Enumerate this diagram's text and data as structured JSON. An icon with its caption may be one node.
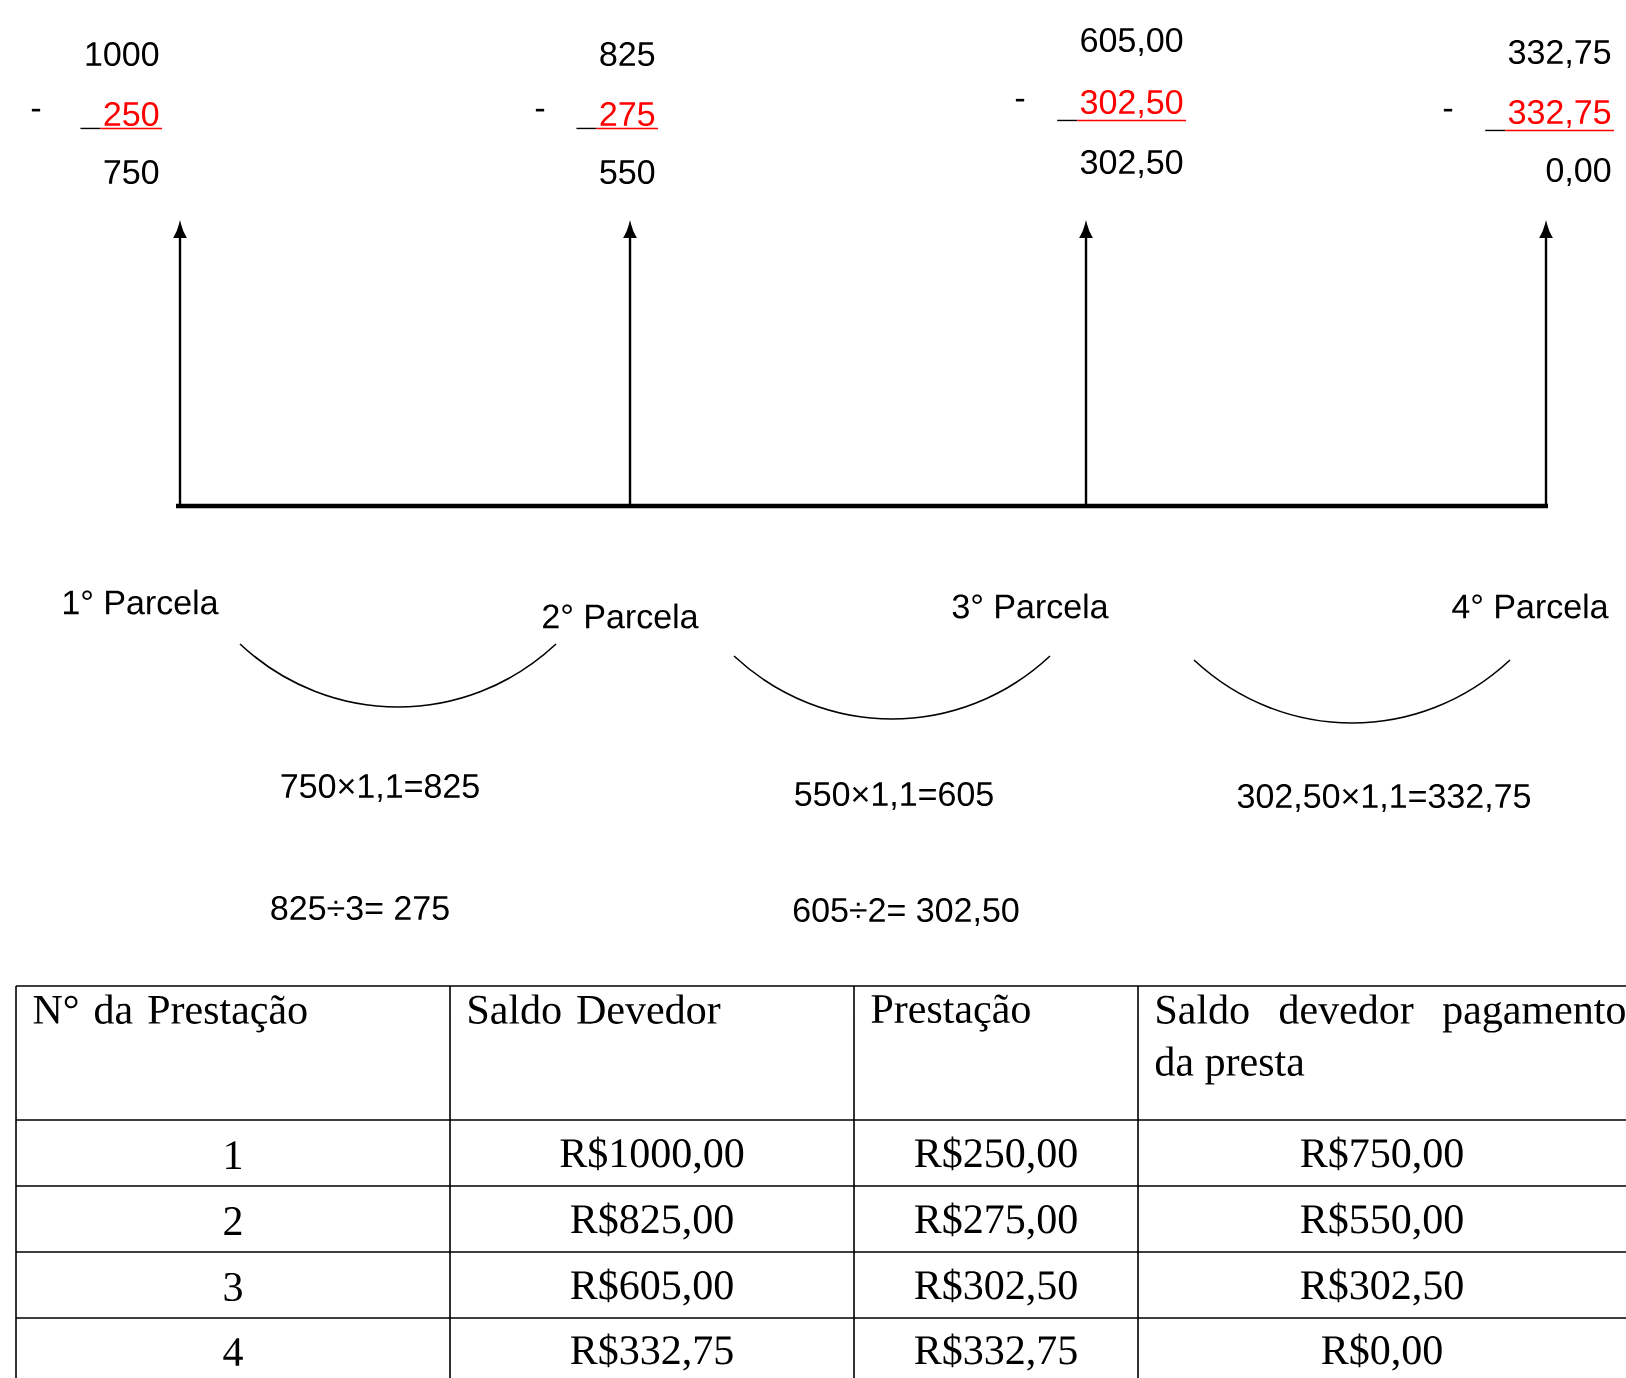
{
  "diagram": {
    "labels": [
      "1000",
      "825",
      "605,00",
      "332,75",
      "-",
      "250",
      "-",
      "275",
      "-",
      "302,50",
      "-",
      "332,75",
      "750",
      "550",
      "302,50",
      "0,00",
      "1° Parcela",
      "2° Parcela",
      "3° Parcela",
      "4° Parcela",
      "750×1,1=825",
      "550×1,1=605",
      "302,50×1,1=332,75",
      "825÷3= 275",
      "605÷2= 302,50",
      "N° da Prestação",
      "Saldo Devedor",
      "Prestação",
      "Saldo devedor pagamento da presta",
      "1",
      "R$1000,00",
      "R$250,00",
      "R$750,00",
      "2",
      "R$825,00",
      "R$275,00",
      "R$550,00",
      "3",
      "R$605,00",
      "R$302,50",
      "R$302,50",
      "4",
      "R$332,75",
      "R$332,75",
      "R$0,00"
    ]
  }
}
